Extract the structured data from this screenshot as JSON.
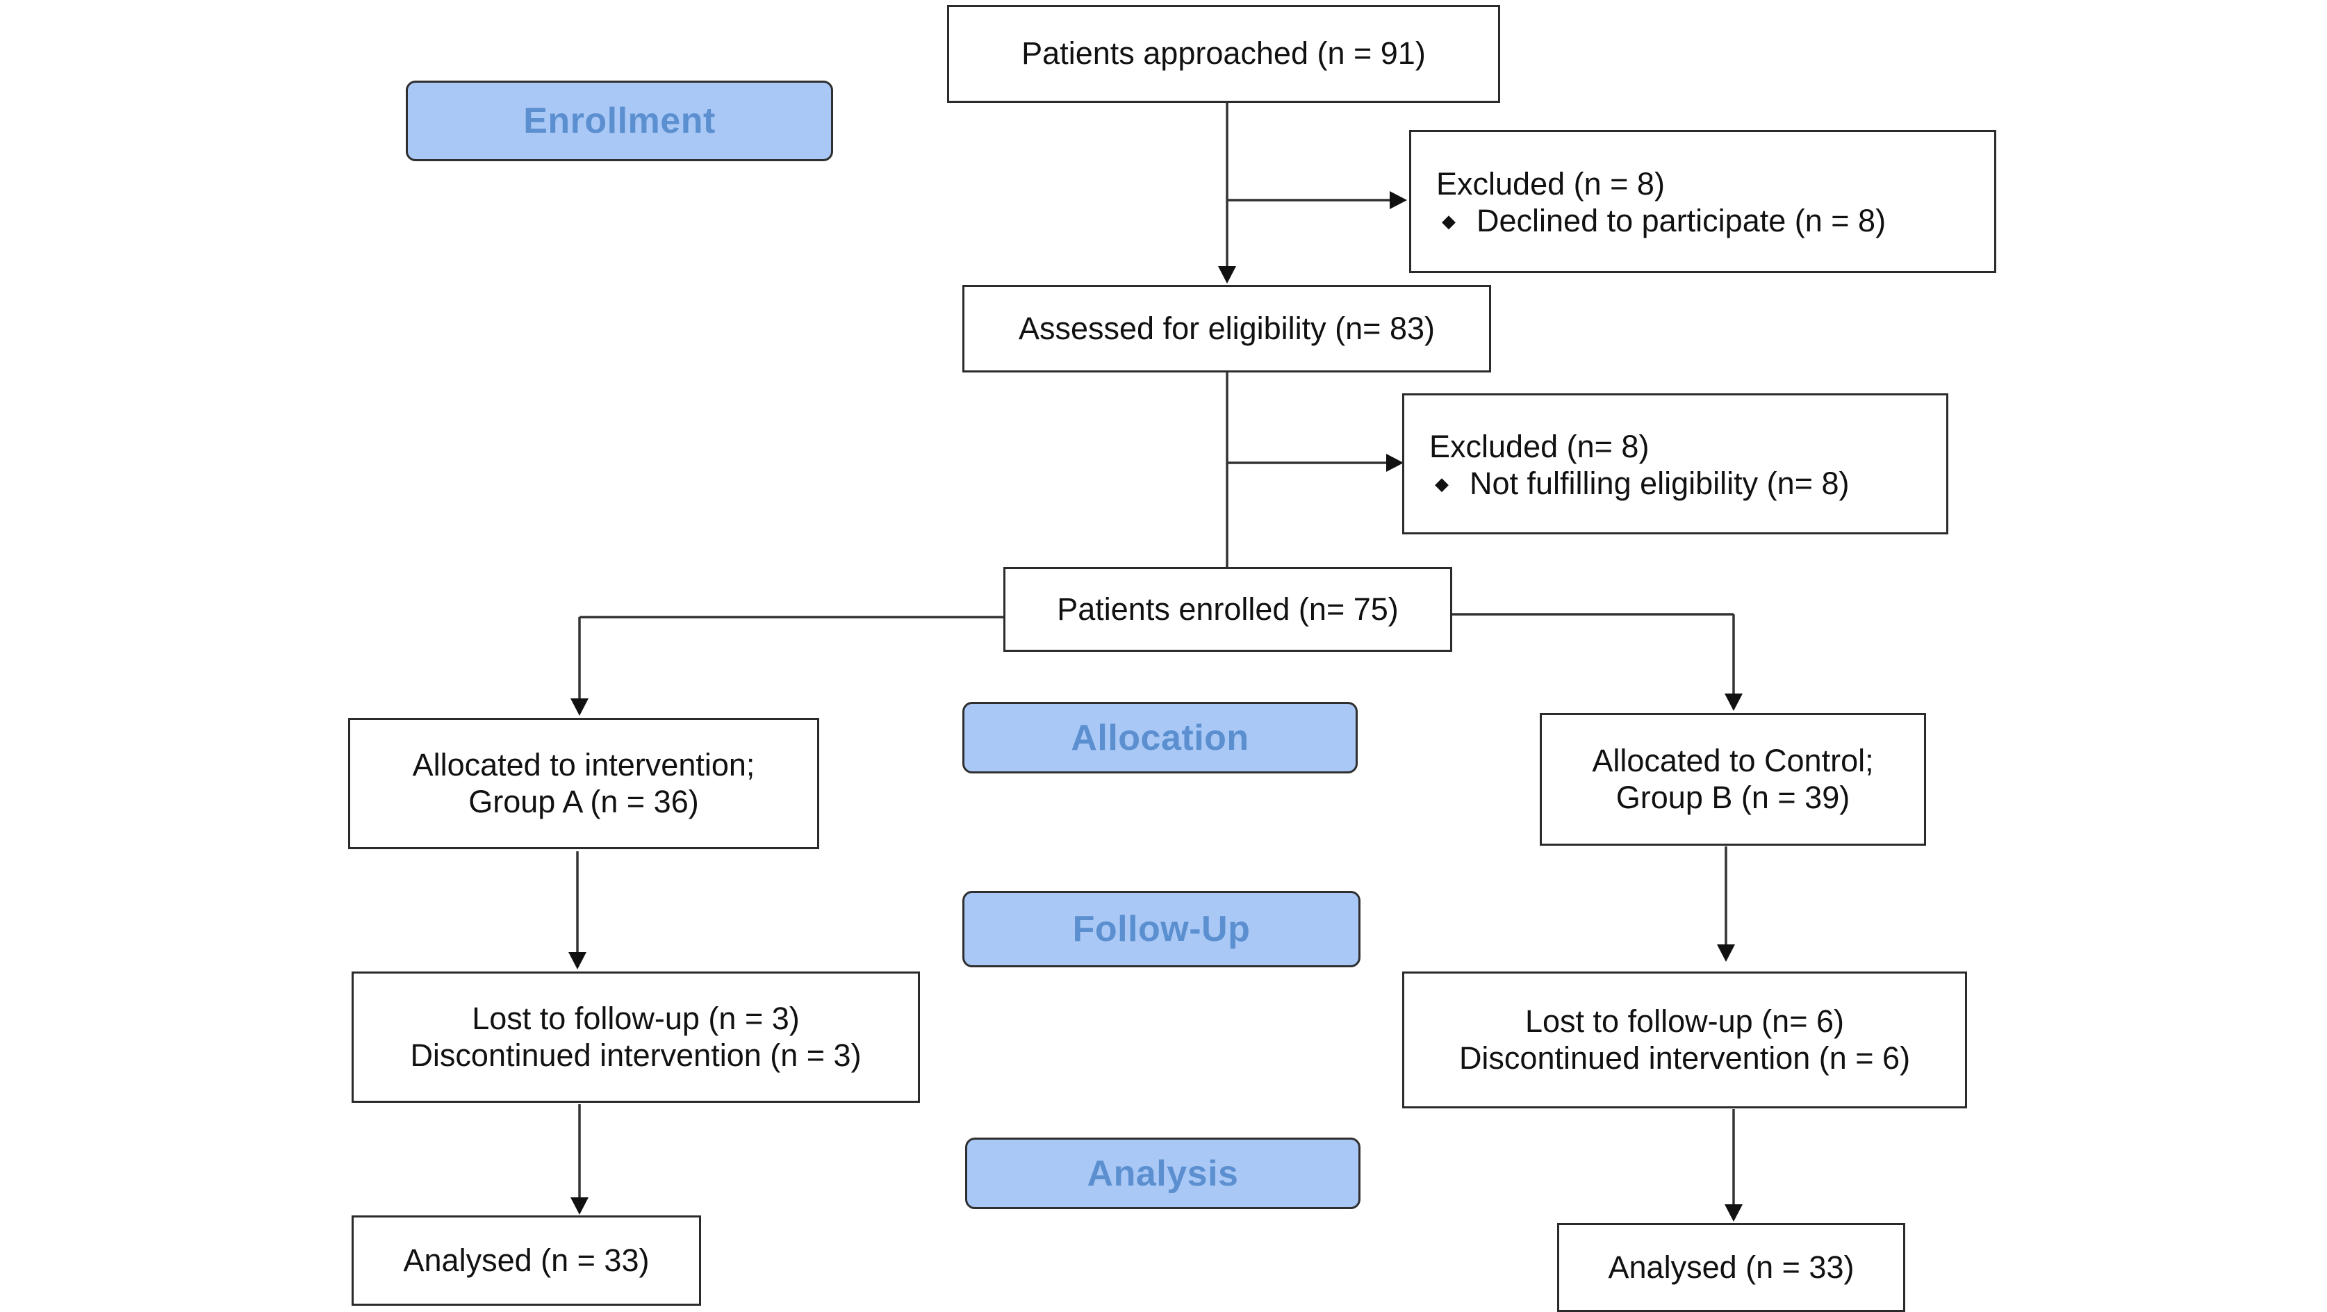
{
  "diagram": {
    "phases": {
      "enrollment": "Enrollment",
      "allocation": "Allocation",
      "follow_up": "Follow-Up",
      "analysis": "Analysis"
    },
    "boxes": {
      "approached": "Patients approached (n = 91)",
      "excluded_1_title": "Excluded (n = 8)",
      "excluded_1_reason": "Declined to participate (n = 8)",
      "assessed": "Assessed for eligibility (n= 83)",
      "excluded_2_title": "Excluded (n= 8)",
      "excluded_2_reason": "Not fulfilling eligibility (n= 8)",
      "enrolled": "Patients enrolled (n= 75)",
      "group_a_line1": "Allocated to intervention;",
      "group_a_line2": "Group A (n = 36)",
      "group_b_line1": "Allocated to Control;",
      "group_b_line2": "Group B (n = 39)",
      "followup_a_line1": "Lost to follow-up (n = 3)",
      "followup_a_line2": "Discontinued intervention (n = 3)",
      "followup_b_line1": "Lost to follow-up (n= 6)",
      "followup_b_line2": "Discontinued intervention (n = 6)",
      "analysed_a": "Analysed (n = 33)",
      "analysed_b": "Analysed (n = 33)"
    },
    "colors": {
      "phase_fill": "#a9c8f5",
      "phase_text": "#5b8fd0",
      "border": "#2b2b2b"
    }
  }
}
